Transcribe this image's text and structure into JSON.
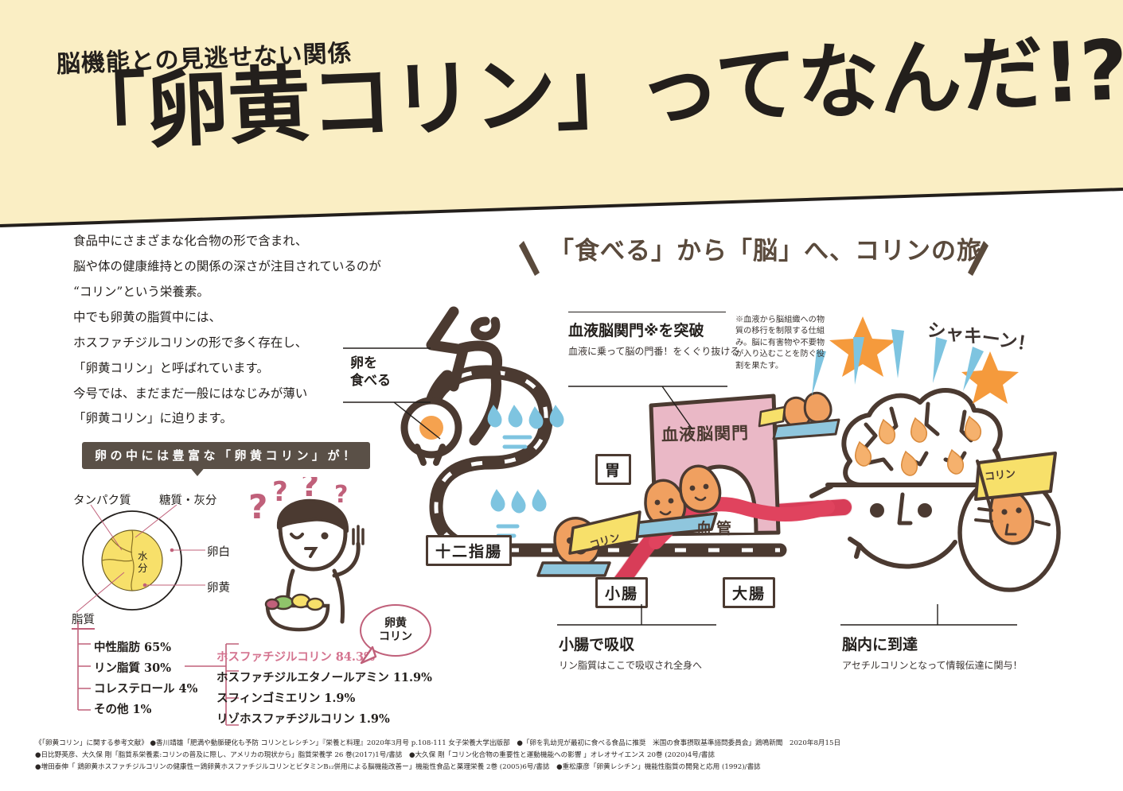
{
  "header": {
    "kicker": "脳機能との見逃せない関係",
    "title": "「卵黄コリン」ってなんだ!?",
    "bg_color": "#faeec4"
  },
  "intro": {
    "lines": [
      "食品中にさまざまな化合物の形で含まれ、",
      "脳や体の健康維持との関係の深さが注目されているのが",
      "“コリン”という栄養素。",
      "中でも卵黄の脂質中には、",
      "ホスファチジルコリンの形で多く存在し、",
      "「卵黄コリン」と呼ばれています。",
      "今号では、まだまだ一般にはなじみが薄い",
      "「卵黄コリン」に迫ります。"
    ]
  },
  "egg_section": {
    "banner": "卵の中には豊富な「卵黄コリン」が！",
    "banner_color": "#5a5047",
    "diagram_labels": {
      "protein": "タンパク質",
      "carb_ash": "糖質・灰分",
      "egg_white": "卵白",
      "egg_yolk": "卵黄",
      "water": "水分",
      "fat": "脂質"
    },
    "yolk_color": "#f7e06a",
    "leader_color": "#c0607a",
    "bubble": {
      "line1": "卵黄",
      "line2": "コリン",
      "color": "#c0607a"
    },
    "lipids": [
      "中性脂肪 65%",
      "リン脂質 30%",
      "コレステロール 4%",
      "その他 1%"
    ],
    "phospholipids": [
      {
        "label": "ホスファチジルコリン 84.3%",
        "highlight": true
      },
      {
        "label": "ホスファチジルエタノールアミン 11.9%",
        "highlight": false
      },
      {
        "label": "スフィンゴミエリン 1.9%",
        "highlight": false
      },
      {
        "label": "リゾホスファチジルコリン 1.9%",
        "highlight": false
      }
    ],
    "highlight_color": "#d4738f"
  },
  "journey": {
    "title": "「食べる」から「脳」へ、コリンの旅",
    "title_color": "#5a4a3c",
    "eat_label": {
      "line1": "卵を",
      "line2": "食べる"
    },
    "organ_tags": {
      "stomach": "胃",
      "duodenum": "十二指腸",
      "small_intestine": "小腸",
      "large_intestine": "大腸"
    },
    "gate_label": "血液脳関門",
    "vessel_label": "血管",
    "flag_label": "コリン",
    "flag_label_2": "コリン",
    "sfx": "シャキーン！",
    "callouts": [
      {
        "title": "血液脳関門※を突破",
        "sub": "血液に乗って脳の門番！をくぐり抜ける"
      },
      {
        "title": "小腸で吸収",
        "sub": "リン脂質はここで吸収され全身へ"
      },
      {
        "title": "脳内に到達",
        "sub": "アセチルコリンとなって情報伝達に関与！"
      }
    ],
    "bbb_note": "※血液から脳組織への物質の移行を制限する仕組み。脳に有害物や不要物が入り込むことを防ぐ役割を果たす。",
    "colors": {
      "artery": "#e0435e",
      "gut": "#4b3a31",
      "gate_fill": "#eab8c6",
      "droplet": "#7ec4e0",
      "choline_body": "#f0a060",
      "star": "#f59a3c",
      "flag": "#f7e06a"
    }
  },
  "references": {
    "lines": [
      "《「卵黄コリン」に関する参考文献》 ●香川靖雄「肥満や動脈硬化も予防 コリンとレシチン」『栄養と料理』2020年3月号 p.108-111 女子栄養大学出版部　●「卵を乳幼児が最初に食べる食品に推奨　米国の食事摂取基準諮問委員会」鶏鳴新聞　2020年8月15日",
      "●日比野英彦、大久保 剛「脂質系栄養素:コリンの普及に際し、アメリカの現状から」脂質栄養学 26 巻(2017)1号/書誌　●大久保 剛「コリン化合物の重要性と運動機能への影響 」オレオサイエンス 20巻 (2020)4号/書誌",
      "●増田泰伸「 鶏卵黄ホスファチジルコリンの健康性ー鶏卵黄ホスファチジルコリンとビタミンB₁₂併用による脳機能改善ー」機能性食品と薬理栄養 2巻 (2005)6号/書誌　●重松康彦「卵黄レシチン」機能性脂質の開発と応用 (1992)/書誌"
    ]
  }
}
